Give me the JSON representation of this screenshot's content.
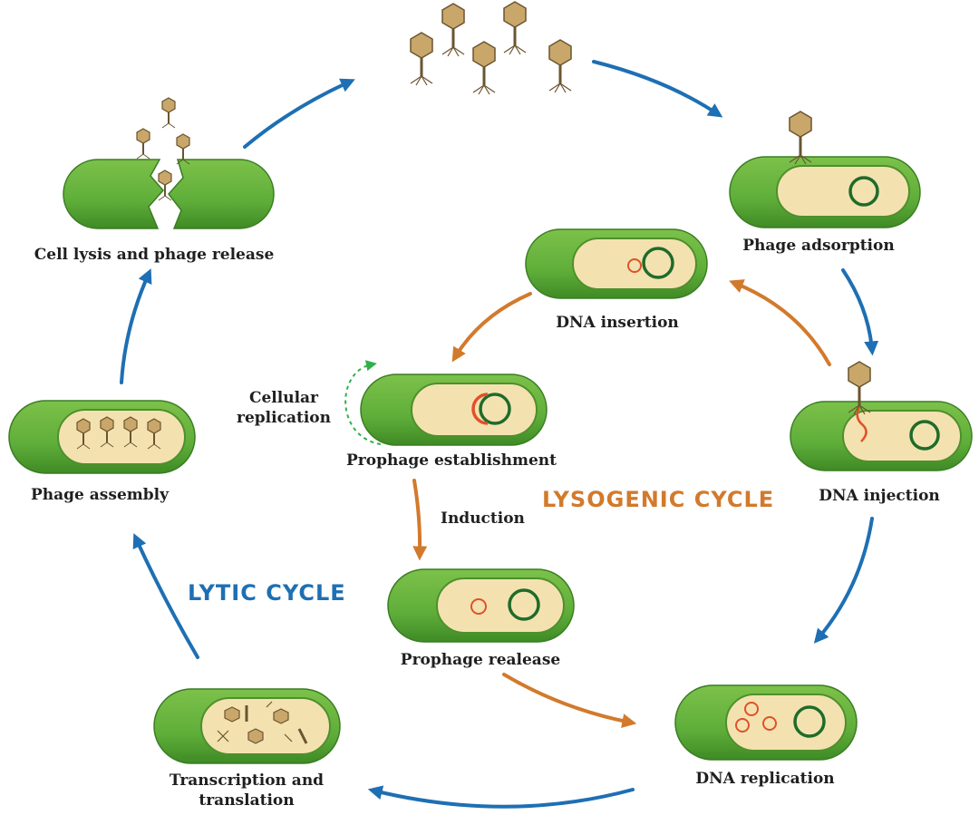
{
  "titles": {
    "lytic": "LYTIC CYCLE",
    "lysogenic": "LYSOGENIC CYCLE"
  },
  "stages": {
    "phage_adsorption": "Phage adsorption",
    "dna_injection": "DNA injection",
    "dna_replication": "DNA replication",
    "transcription_translation": "Transcription and\ntranslation",
    "phage_assembly": "Phage assembly",
    "cell_lysis": "Cell lysis and phage release",
    "dna_insertion": "DNA insertion",
    "prophage_establishment": "Prophage establishment",
    "prophage_release": "Prophage realease"
  },
  "annotations": {
    "cellular_replication": "Cellular\nreplication",
    "induction": "Induction"
  },
  "colors": {
    "lytic": "#1e6fb3",
    "lysogenic": "#d27a2c",
    "cell_outer": "#5fae3a",
    "cell_inner": "#f3e2b0",
    "host_dna": "#1f6b2a",
    "phage_dna": "#e2502a",
    "phage_head": "#c9a76a",
    "replication_arrow": "#2fb14a"
  }
}
